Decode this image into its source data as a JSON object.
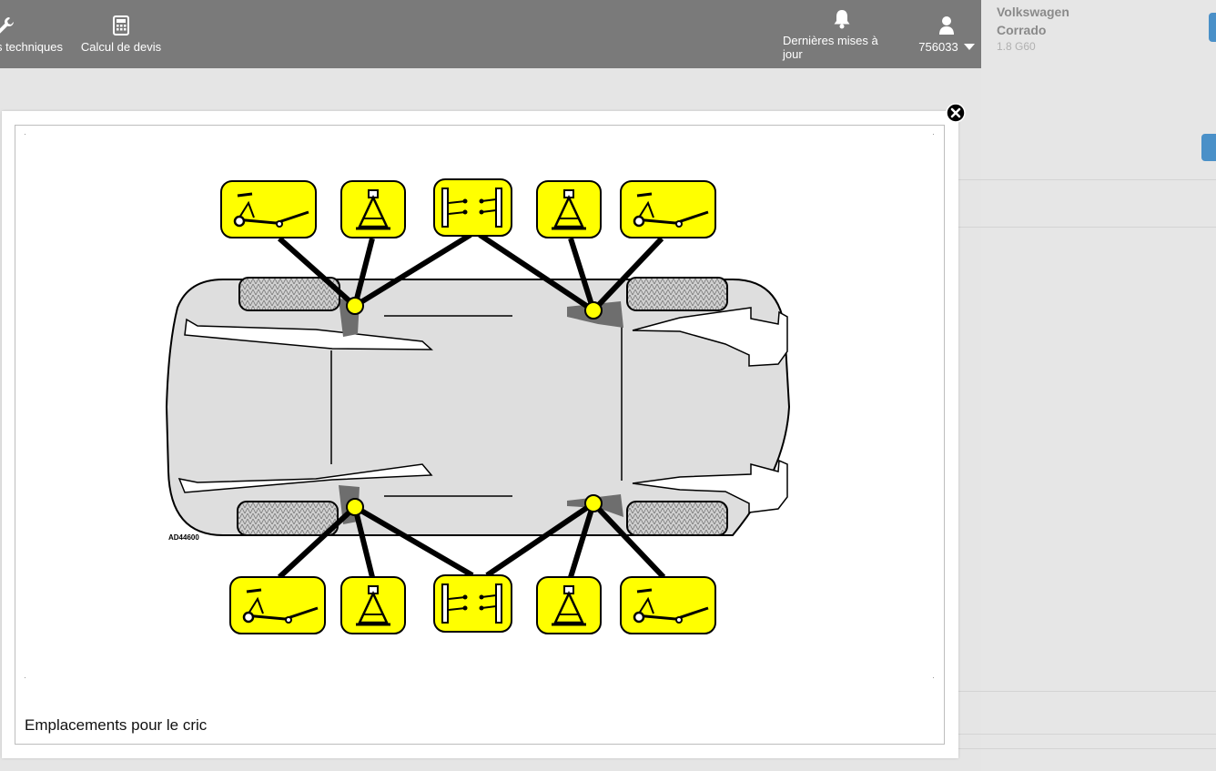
{
  "nav": {
    "technical": {
      "label": "s techniques",
      "icon": "wrench-icon"
    },
    "quote": {
      "label": "Calcul de devis",
      "icon": "calculator-icon"
    },
    "updates": {
      "label": "Dernières mises à jour",
      "icon": "bell-icon"
    },
    "user": {
      "label": "756033",
      "icon": "user-icon"
    }
  },
  "vehicle": {
    "make": "Volkswagen",
    "model": "Corrado",
    "engine": "1.8 G60"
  },
  "modal": {
    "close_icon": "close-icon",
    "figure_code": "AD44600",
    "caption": "Emplacements pour le cric"
  },
  "colors": {
    "topbar": "#7a7a7a",
    "accent": "#4a90c8",
    "marker": "#ffff00"
  }
}
